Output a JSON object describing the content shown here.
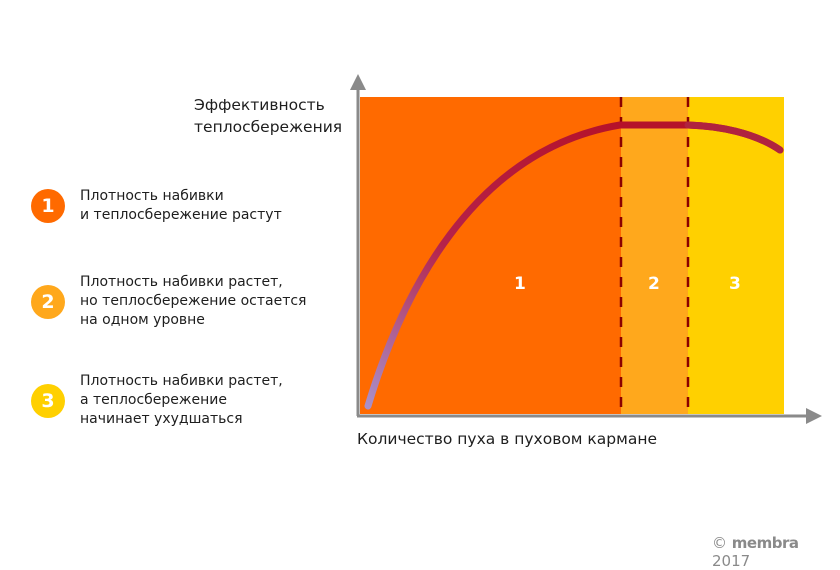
{
  "chart_data": {
    "type": "line",
    "title": "",
    "ylabel": "Эффективность теплосбережения",
    "xlabel": "Количество пуха в пуховом кармане",
    "x_ticks": [],
    "y_ticks": [],
    "grid": false,
    "series": [
      {
        "name": "Эффективность теплосбережения",
        "x": [
          0,
          0.1,
          0.2,
          0.3,
          0.4,
          0.5,
          0.6,
          0.7,
          0.8,
          0.9,
          1.0
        ],
        "values": [
          0.05,
          0.38,
          0.6,
          0.76,
          0.87,
          0.93,
          0.95,
          0.95,
          0.95,
          0.93,
          0.82
        ]
      }
    ],
    "zones": [
      {
        "id": "1",
        "label": "1",
        "x_start": 0.0,
        "x_end": 0.62,
        "color": "#FF6A00"
      },
      {
        "id": "2",
        "label": "2",
        "x_start": 0.62,
        "x_end": 0.777,
        "color": "#FFA81C"
      },
      {
        "id": "3",
        "label": "3",
        "x_start": 0.777,
        "x_end": 1.0,
        "color": "#FFD000"
      }
    ],
    "legend": [
      {
        "number": "1",
        "text": "Плотность набивки и теплосбережение растут"
      },
      {
        "number": "2",
        "text": "Плотность набивки растет, но теплосбережение остается на одном уровне"
      },
      {
        "number": "3",
        "text": "Плотность набивки растет, а теплосбережение начинает ухудшаться"
      }
    ],
    "legend_position": "left"
  },
  "axes": {
    "y_label_line1": "Эффективность",
    "y_label_line2": "теплосбережения",
    "x_label": "Количество пуха в пуховом кармане"
  },
  "zones": {
    "z1": "1",
    "z2": "2",
    "z3": "3"
  },
  "legend": {
    "items": [
      {
        "number": "1",
        "color": "#FF6A00",
        "lines": [
          "Плотность набивки",
          "и теплосбережение растут"
        ]
      },
      {
        "number": "2",
        "color": "#FFA81C",
        "lines": [
          "Плотность набивки растет,",
          "но теплосбережение остается",
          "на одном уровне"
        ]
      },
      {
        "number": "3",
        "color": "#FFD000",
        "lines": [
          "Плотность набивки растет,",
          "а теплосбережение",
          "начинает ухудшаться"
        ]
      }
    ]
  },
  "footer": {
    "copyright_symbol": "©",
    "brand": "membra",
    "year": "2017"
  },
  "colors": {
    "zone1": "#FF6A00",
    "zone2": "#FFA81C",
    "zone3": "#FFD000",
    "curve_start": "#A98FC8",
    "curve_end": "#B5122A",
    "divider": "#8B0000",
    "axis": "#8A8A8A"
  }
}
